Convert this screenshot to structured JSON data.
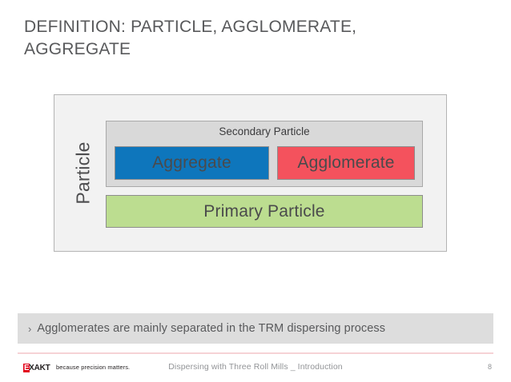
{
  "slide": {
    "title": "DEFINITION: PARTICLE, AGGLOMERATE,\nAGGREGATE",
    "page_number": "8"
  },
  "diagram": {
    "outer_label": "Particle",
    "secondary_label": "Secondary Particle",
    "aggregate_label": "Aggregate",
    "agglomerate_label": "Agglomerate",
    "primary_label": "Primary Particle",
    "colors": {
      "outer_frame_bg": "#f2f2f2",
      "outer_frame_border": "#b4b4b4",
      "secondary_bg": "#d9d9d9",
      "aggregate_bg": "#0e76bc",
      "agglomerate_bg": "#f4525d",
      "primary_bg": "#bcdd90",
      "box_border": "#8d8d8d",
      "text": "#4a4a4c"
    }
  },
  "bullet": {
    "marker": "›",
    "text": "Agglomerates are mainly separated in the TRM dispersing process",
    "bg": "#dddddd"
  },
  "footer": {
    "logo_mark": "E",
    "logo_word": "XAKT",
    "tagline": "because precision matters.",
    "center_text": "Dispersing with Three Roll Mills _ Introduction",
    "page_number": "8",
    "rule_color": "#f6d2d5",
    "brand_red": "#e2001a"
  }
}
